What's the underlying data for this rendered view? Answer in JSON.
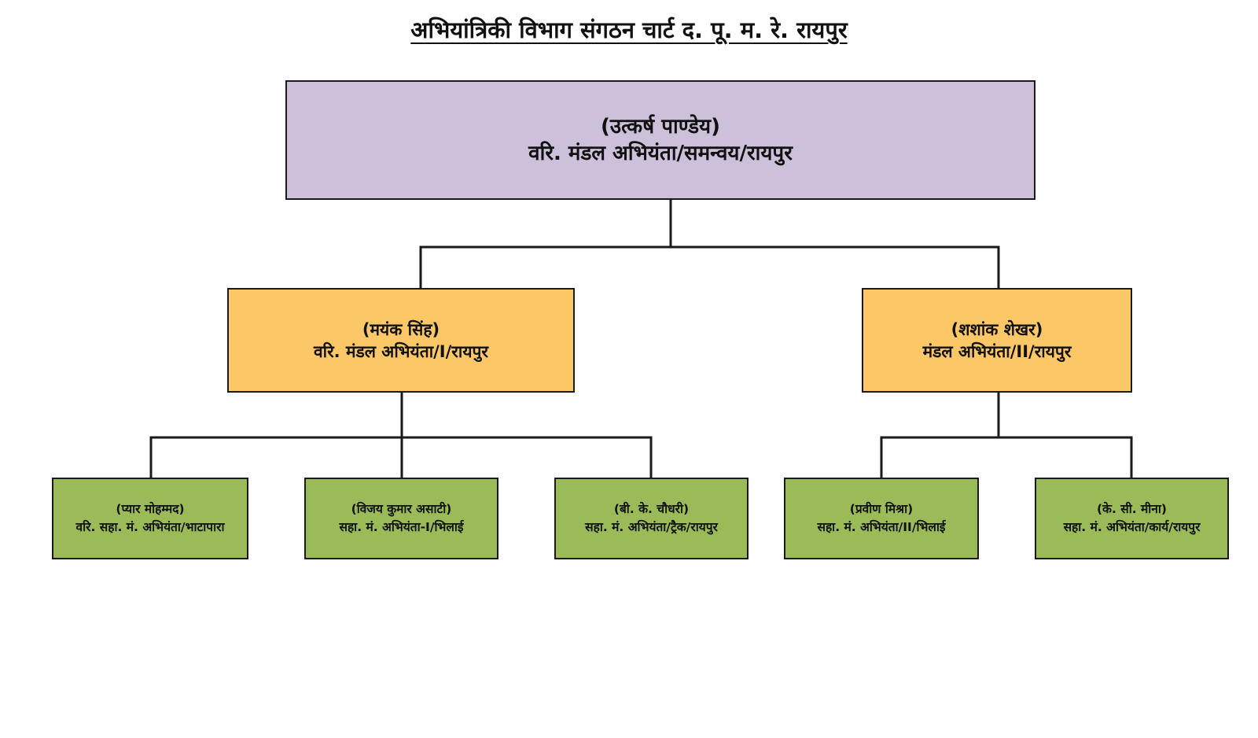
{
  "title": "अभियांत्रिकी विभाग संगठन चार्ट द. पू. म. रे. रायपुर",
  "colors": {
    "level1": "#ccc0da",
    "level2": "#fcc766",
    "level3": "#9bbb59",
    "line": "#1a1a1a"
  },
  "root": {
    "name": "(उत्कर्ष पाण्डेय)",
    "designation": "वरि. मंडल अभियंता/समन्वय/रायपुर"
  },
  "managers": [
    {
      "name": "(मयंक सिंह)",
      "designation": "वरि. मंडल अभियंता/I/रायपुर",
      "reports": [
        {
          "name": "(प्यार मोहम्मद)",
          "designation": "वरि. सहा. मं. अभियंता/भाटापारा"
        },
        {
          "name": "(विजय कुमार असाटी)",
          "designation": "सहा. मं. अभियंता-I/भिलाई"
        },
        {
          "name": "(बी. के. चौधरी)",
          "designation": "सहा. मं. अभियंता/ट्रैक/रायपुर"
        }
      ]
    },
    {
      "name": "(शशांक शेखर)",
      "designation": "मंडल अभियंता/II/रायपुर",
      "reports": [
        {
          "name": "(प्रवीण मिश्रा)",
          "designation": "सहा. मं. अभियंता/II/भिलाई"
        },
        {
          "name": "(के. सी. मीना)",
          "designation": "सहा. मं. अभियंता/कार्य/रायपुर"
        }
      ]
    }
  ]
}
